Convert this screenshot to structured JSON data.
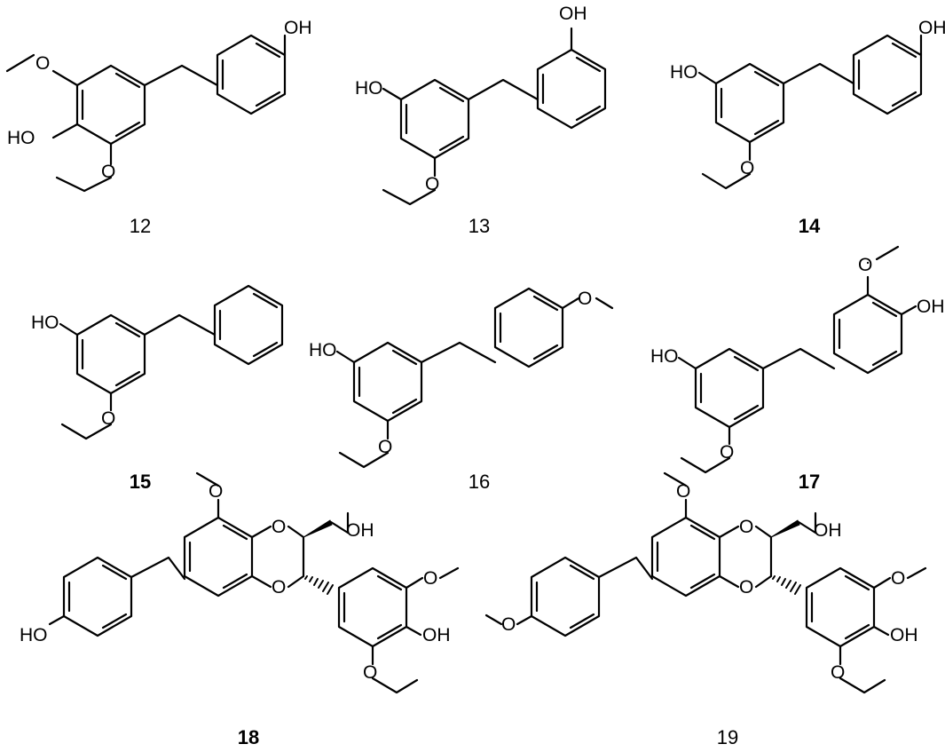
{
  "figure": {
    "compounds": [
      {
        "id": "12",
        "bold": false
      },
      {
        "id": "13",
        "bold": false
      },
      {
        "id": "14",
        "bold": true
      },
      {
        "id": "15",
        "bold": true
      },
      {
        "id": "16",
        "bold": false
      },
      {
        "id": "17",
        "bold": true
      },
      {
        "id": "18",
        "bold": true
      },
      {
        "id": "19",
        "bold": false
      }
    ],
    "atom_labels": {
      "hydroxyl": "OH",
      "hydroxyl_left": "HO",
      "oxygen": "O"
    }
  }
}
